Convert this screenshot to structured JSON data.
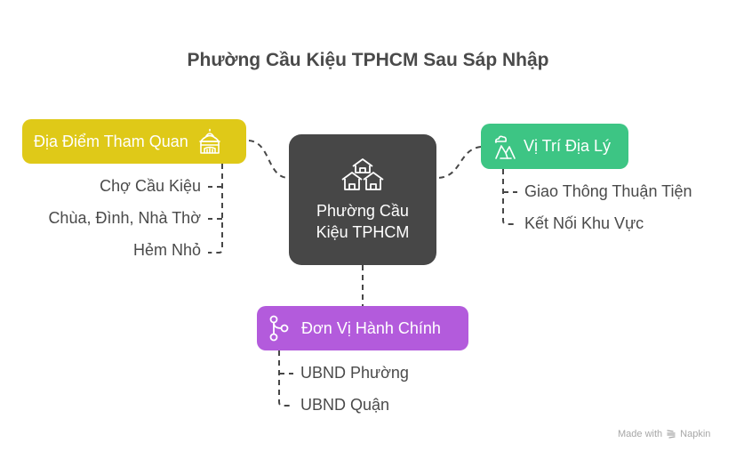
{
  "title": "Phường Cầu Kiệu TPHCM Sau Sáp Nhập",
  "center": {
    "line1": "Phường Cầu",
    "line2": "Kiệu TPHCM",
    "icon": "houses-icon",
    "color": "#474747"
  },
  "branches": [
    {
      "label": "Địa Điểm Tham Quan",
      "icon": "temple-icon",
      "color": "#dfc918",
      "items": [
        "Chợ Cầu Kiệu",
        "Chùa, Đình, Nhà Thờ",
        "Hẻm Nhỏ"
      ]
    },
    {
      "label": "Vị Trí Địa Lý",
      "icon": "mountain-cloud-icon",
      "color": "#3dc584",
      "items": [
        "Giao Thông Thuận Tiện",
        "Kết Nối Khu Vực"
      ]
    },
    {
      "label": "Đơn Vị Hành Chính",
      "icon": "branch-icon",
      "color": "#b35bdc",
      "items": [
        "UBND Phường",
        "UBND Quận"
      ]
    }
  ],
  "footer": {
    "made_with": "Made with",
    "brand": "Napkin"
  }
}
